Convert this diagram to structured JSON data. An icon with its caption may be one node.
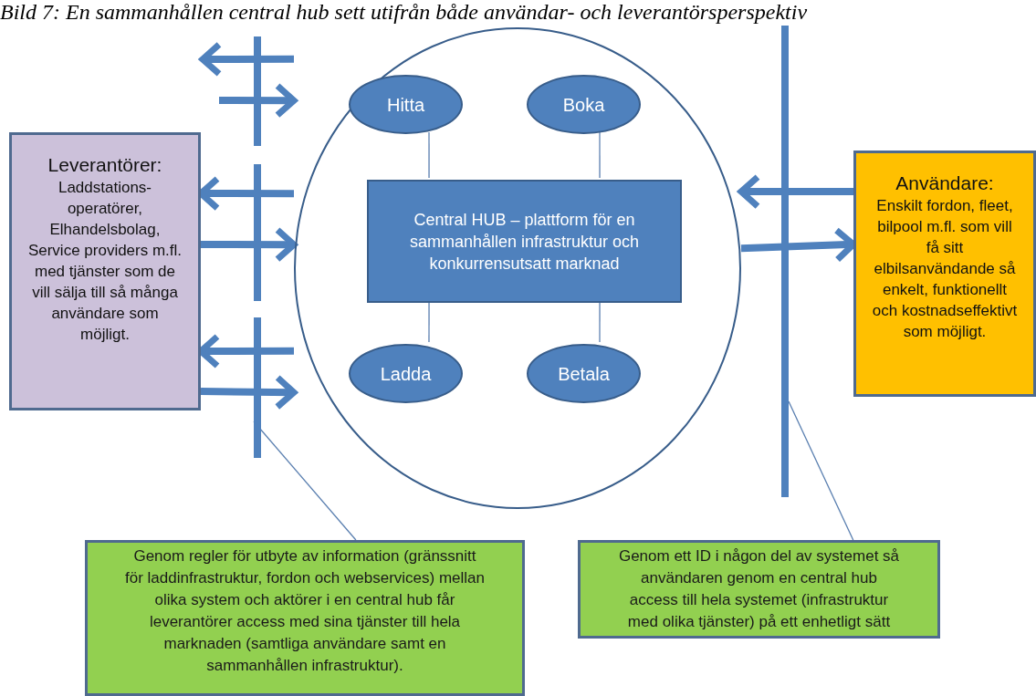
{
  "diagram": {
    "title": "Bild 7: En sammanhållen central hub sett utifrån både användar- och leverantörsperspektiv",
    "nodes": [
      {
        "text": [
          "Leverantörer:",
          "Laddstations- operatörer, Elhandelsbolag, Service providers m.fl. med tjänster som de vill sälja till så många användare som möjligt."
        ]
      },
      {
        "text": [],
        "shape": "circle"
      },
      {
        "text": [
          "Hitta"
        ],
        "in": 1
      },
      {
        "text": [
          "Boka"
        ],
        "in": 1
      },
      {
        "text": [
          "Central HUB – plattform för en sammanhållen infrastruktur och konkurrensutsatt marknad"
        ],
        "in": 1
      },
      {
        "text": [
          "Ladda"
        ],
        "in": 1
      },
      {
        "text": [
          "Betala"
        ],
        "in": 1
      },
      {
        "text": [
          "Användare:",
          "Enskilt fordon, fleet, bilpool m.fl. som vill få sitt elbilsanvändande så enkelt, funktionellt och kostnadseffektivt som möjligt."
        ]
      },
      {
        "text": [
          "Genom regler för utbyte av information (gränssnitt för laddinfrastruktur, fordon och webservices) mellan olika system och aktörer i en central hub får leverantörer access med sina tjänster till hela marknaden (samtliga användare samt en sammanhållen  infrastruktur)."
        ]
      },
      {
        "text": [
          "Genom ett ID i någon del av systemet så användaren genom en central hub access till hela systemet (infrastruktur med olika tjänster) på ett enhetligt sätt"
        ]
      },
      {
        "text": [],
        "shape": "bar"
      },
      {
        "text": [],
        "shape": "bar"
      },
      {
        "text": [],
        "shape": "bar"
      },
      {
        "text": [],
        "shape": "bar"
      }
    ],
    "edges": [
      {
        "from": 1,
        "to": null,
        "arrow": "to"
      },
      {
        "from": null,
        "to": 1,
        "arrow": "to"
      },
      {
        "from": 1,
        "to": 0,
        "arrow": "to"
      },
      {
        "from": 0,
        "to": 1,
        "arrow": "to"
      },
      {
        "from": 1,
        "to": 0,
        "arrow": "to"
      },
      {
        "from": 0,
        "to": 1,
        "arrow": "to"
      },
      {
        "from": 7,
        "to": 1,
        "arrow": "to"
      },
      {
        "from": 1,
        "to": 7,
        "arrow": "to"
      },
      {
        "from": 2,
        "to": 4,
        "arrow": "none"
      },
      {
        "from": 3,
        "to": 4,
        "arrow": "none"
      },
      {
        "from": 4,
        "to": 5,
        "arrow": "none"
      },
      {
        "from": 4,
        "to": 6,
        "arrow": "none"
      },
      {
        "from": 8,
        "to": 12,
        "arrow": "none"
      },
      {
        "from": 9,
        "to": 13,
        "arrow": "none"
      }
    ]
  }
}
